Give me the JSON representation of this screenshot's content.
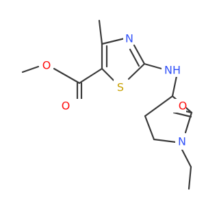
{
  "diagram": {
    "atoms": {
      "methoxy_o": "O",
      "carbonyl_o_ester": "O",
      "ring_n": "N",
      "ring_s": "S",
      "amine": "NH",
      "lactam_o": "O",
      "lactam_n": "N"
    },
    "colors": {
      "bond": "#3a3a3a",
      "oxygen": "#ff0d0d",
      "nitrogen": "#3050f8",
      "sulfur": "#c8a000"
    }
  }
}
